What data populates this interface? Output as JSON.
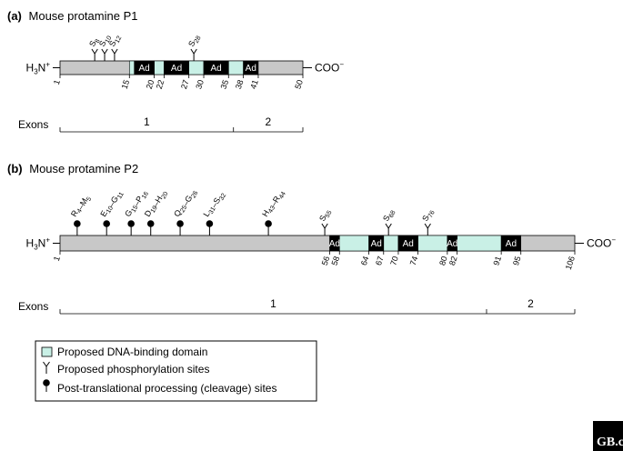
{
  "colors": {
    "protein": "#c8c8c8",
    "dna_binding": "#c9f0e6",
    "ad": "#000000",
    "line": "#000000"
  },
  "panel_a": {
    "letter": "(a)",
    "title": "Mouse protamine P1",
    "n_terminus": "H3N+",
    "c_terminus": "COO−",
    "length": 50,
    "ticks": [
      "1",
      "15",
      "20",
      "22",
      "27",
      "30",
      "35",
      "38",
      "41",
      "50"
    ],
    "tick_positions": [
      1,
      15,
      20,
      22,
      27,
      30,
      35,
      38,
      41,
      50
    ],
    "ad_label": "Ad",
    "ad_regions": [
      [
        16,
        20
      ],
      [
        22,
        27
      ],
      [
        30,
        35
      ],
      [
        38,
        41
      ]
    ],
    "dna_regions": [
      [
        15,
        16
      ],
      [
        20,
        22
      ],
      [
        27,
        30
      ],
      [
        35,
        38
      ]
    ],
    "phospho_sites": [
      {
        "residue": "S",
        "num": "8",
        "pos": 8
      },
      {
        "residue": "S",
        "num": "10",
        "pos": 10
      },
      {
        "residue": "S",
        "num": "12",
        "pos": 12
      },
      {
        "residue": "S",
        "num": "28",
        "pos": 28
      }
    ],
    "exons_label": "Exons",
    "exons": [
      {
        "name": "1",
        "start": 1,
        "end": 36
      },
      {
        "name": "2",
        "start": 36,
        "end": 50
      }
    ]
  },
  "panel_b": {
    "letter": "(b)",
    "title": "Mouse protamine P2",
    "n_terminus": "H3N+",
    "c_terminus": "COO−",
    "length": 106,
    "ticks": [
      "1",
      "56",
      "58",
      "64",
      "67",
      "70",
      "74",
      "80",
      "82",
      "91",
      "95",
      "106"
    ],
    "tick_positions": [
      1,
      56,
      58,
      64,
      67,
      70,
      74,
      80,
      82,
      91,
      95,
      106
    ],
    "ad_label": "Ad",
    "ad_regions": [
      [
        56,
        58
      ],
      [
        64,
        67
      ],
      [
        70,
        74
      ],
      [
        80,
        82
      ],
      [
        91,
        95
      ]
    ],
    "dna_regions": [
      [
        58,
        64
      ],
      [
        67,
        70
      ],
      [
        74,
        80
      ],
      [
        82,
        91
      ]
    ],
    "cleavage_sites": [
      {
        "a": "R",
        "an": "4",
        "b": "M",
        "bn": "5",
        "pos": 4.5
      },
      {
        "a": "E",
        "an": "10",
        "b": "G",
        "bn": "11",
        "pos": 10.5
      },
      {
        "a": "G",
        "an": "15",
        "b": "P",
        "bn": "16",
        "pos": 15.5
      },
      {
        "a": "D",
        "an": "19",
        "b": "H",
        "bn": "20",
        "pos": 19.5
      },
      {
        "a": "Q",
        "an": "25",
        "b": "G",
        "bn": "26",
        "pos": 25.5
      },
      {
        "a": "L",
        "an": "31",
        "b": "S",
        "bn": "32",
        "pos": 31.5
      },
      {
        "a": "H",
        "an": "43",
        "b": "R",
        "bn": "44",
        "pos": 43.5
      }
    ],
    "phospho_sites": [
      {
        "residue": "S",
        "num": "55",
        "pos": 55
      },
      {
        "residue": "S",
        "num": "68",
        "pos": 68
      },
      {
        "residue": "S",
        "num": "76",
        "pos": 76
      }
    ],
    "exons_label": "Exons",
    "exons": [
      {
        "name": "1",
        "start": 1,
        "end": 88
      },
      {
        "name": "2",
        "start": 88,
        "end": 106
      }
    ]
  },
  "legend": {
    "dna_binding": "Proposed DNA-binding domain",
    "phospho": "Proposed phosphorylation sites",
    "cleavage": "Post-translational processing (cleavage) sites"
  },
  "logo": "GB.c"
}
